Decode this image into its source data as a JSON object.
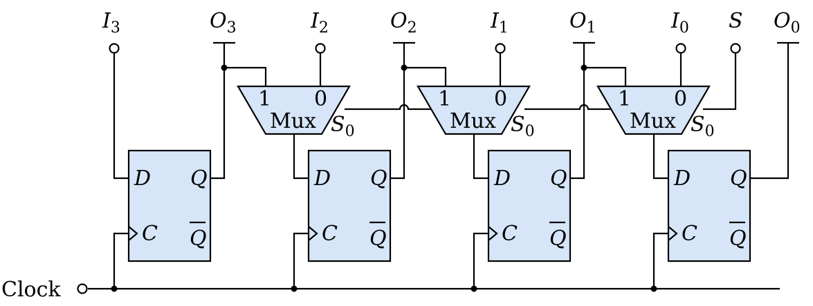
{
  "inputs": [
    {
      "name": "I",
      "sub": "3"
    },
    {
      "name": "I",
      "sub": "2"
    },
    {
      "name": "I",
      "sub": "1"
    },
    {
      "name": "I",
      "sub": "0"
    }
  ],
  "outputs": [
    {
      "name": "O",
      "sub": "3"
    },
    {
      "name": "O",
      "sub": "2"
    },
    {
      "name": "O",
      "sub": "1"
    },
    {
      "name": "O",
      "sub": "0"
    }
  ],
  "select": {
    "name": "S"
  },
  "clock": {
    "label": "Clock"
  },
  "flipflop": {
    "d": "D",
    "c": "C",
    "q": "Q",
    "qbar": "Q"
  },
  "mux": {
    "title": "Mux",
    "in1": "1",
    "in0": "0",
    "sel": "S",
    "sel_sub": "0"
  },
  "colors": {
    "box_fill": "#d6e6f8",
    "wire": "#000000"
  }
}
